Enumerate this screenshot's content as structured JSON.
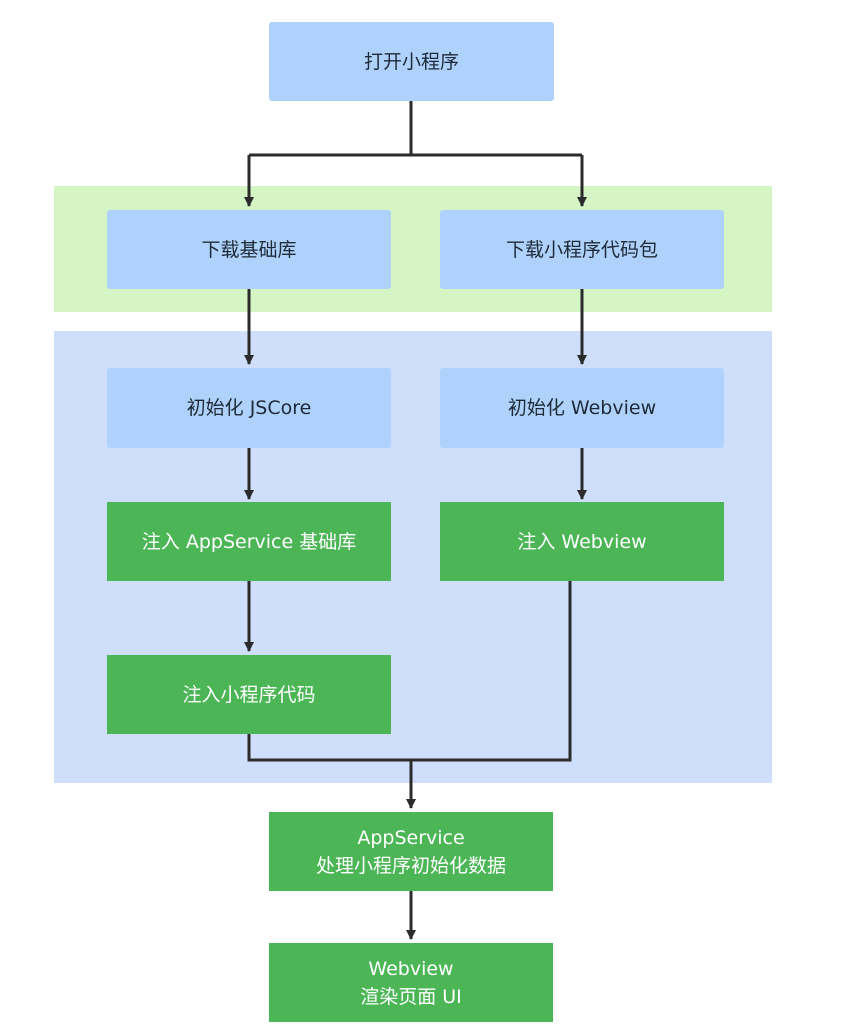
{
  "nodes": {
    "open": "打开小程序",
    "download_lib": "下载基础库",
    "download_pkg": "下载小程序代码包",
    "init_jscore": "初始化 JSCore",
    "init_webview": "初始化 Webview",
    "inject_appservice": "注入 AppService 基础库",
    "inject_webview": "注入 Webview",
    "inject_code": "注入小程序代码",
    "appservice_line1": "AppService",
    "appservice_line2": "处理小程序初始化数据",
    "webview_line1": "Webview",
    "webview_line2": "渲染页面 UI"
  },
  "colors": {
    "blue_node": "#aed2fb",
    "green_node": "#4cb657",
    "green_region": "#d5f5c4",
    "blue_region": "#cfdefb",
    "edge": "#2b2b2b"
  }
}
